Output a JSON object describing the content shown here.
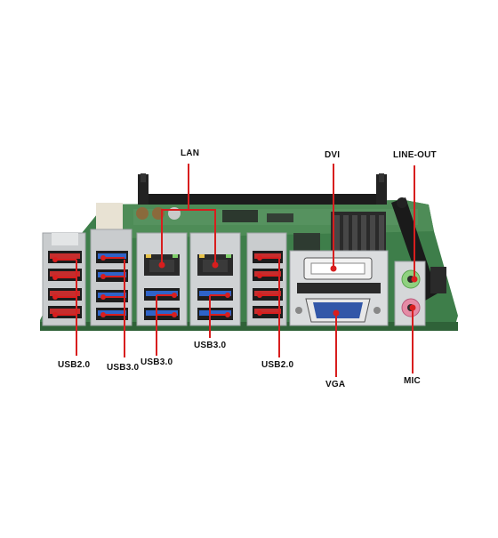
{
  "labels": {
    "lan": "LAN",
    "dvi": "DVI",
    "line_out": "LINE-OUT",
    "usb20_left": "USB2.0",
    "usb30_left": "USB3.0",
    "usb30_mid_left": "USB3.0",
    "usb30_mid_right": "USB3.0",
    "usb20_right": "USB2.0",
    "vga": "VGA",
    "mic": "MIC"
  },
  "colors": {
    "pcb": "#3e7e4a",
    "callout": "#d81e1e",
    "usb3_blue": "#2f63c8",
    "metal": "#cfd2d4",
    "line_out_jack": "#8fd17f",
    "mic_jack": "#e58ba5"
  }
}
